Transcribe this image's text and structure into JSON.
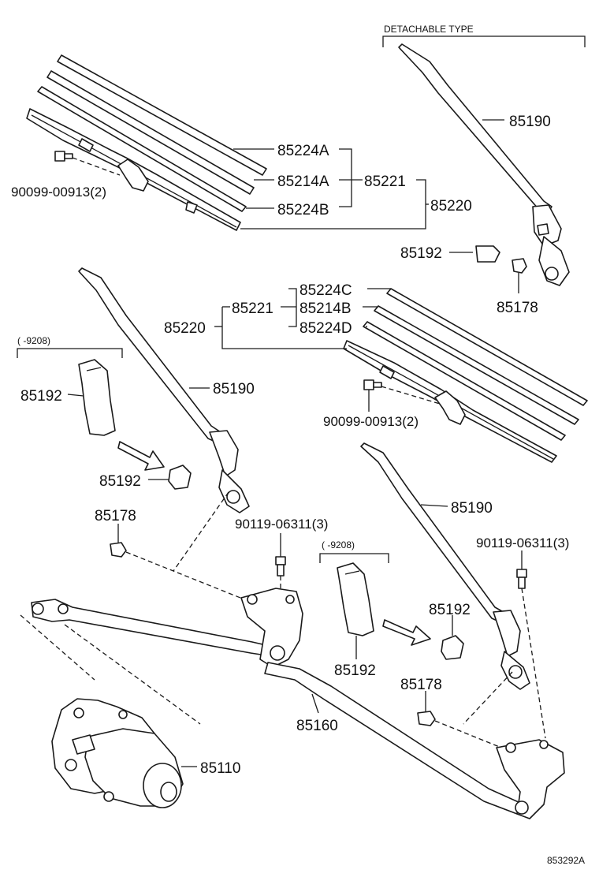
{
  "diagram": {
    "header_label": "DETACHABLE TYPE",
    "range_note_left": "(      -9208)",
    "range_note_right": "(      -9208)",
    "drawing_id": "853292A"
  },
  "parts": {
    "p85224A": "85224A",
    "p85214A": "85214A",
    "p85224B": "85224B",
    "p85221_top": "85221",
    "p85220_top": "85220",
    "p90099_top": "90099-00913(2)",
    "p85190_detach": "85190",
    "p85192_detach": "85192",
    "p85178_detach": "85178",
    "p85224C": "85224C",
    "p85214B": "85214B",
    "p85224D": "85224D",
    "p85221_mid": "85221",
    "p85220_mid": "85220",
    "p90099_mid": "90099-00913(2)",
    "p85192_left_cover": "85192",
    "p85192_left_cap": "85192",
    "p85190_left": "85190",
    "p85178_left": "85178",
    "p90119_left": "90119-06311(3)",
    "p85190_right": "85190",
    "p90119_right": "90119-06311(3)",
    "p85192_right_cap": "85192",
    "p85192_right_cover": "85192",
    "p85178_right": "85178",
    "p85160": "85160",
    "p85110": "85110"
  }
}
